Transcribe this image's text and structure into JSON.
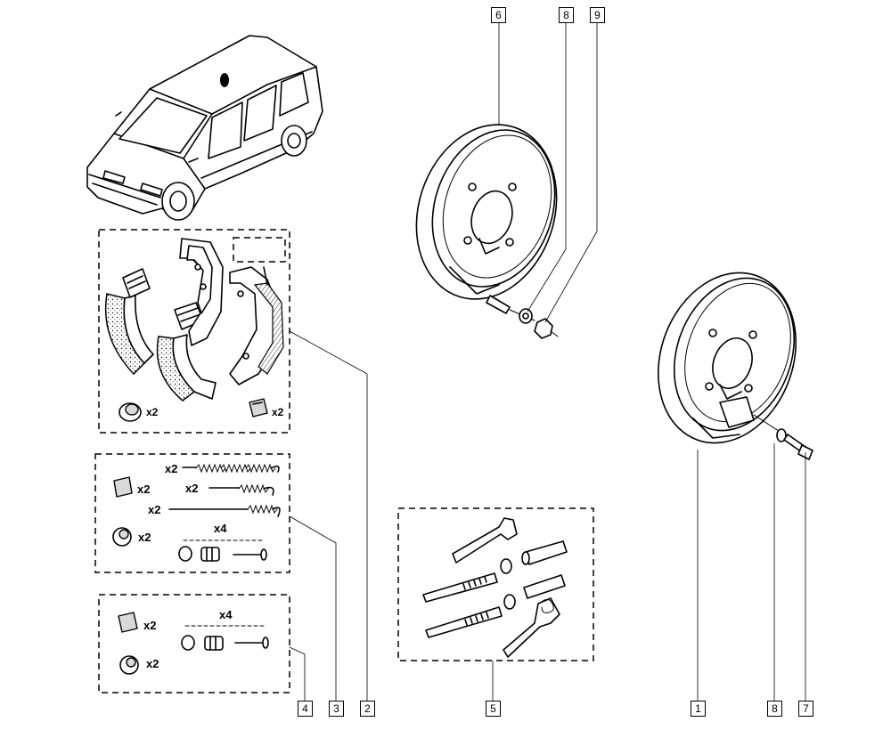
{
  "callouts": {
    "c6_top": "6",
    "c8_top": "8",
    "c9_top": "9",
    "c1_bottom": "1",
    "c8_bottom": "8",
    "c7_bottom": "7",
    "c4": "4",
    "c3": "3",
    "c2": "2",
    "c5": "5"
  },
  "quantities": {
    "shoe_cylinder_x2": "x2",
    "shoe_clip_x2": "x2",
    "kit3_spring_long_x2": "x2",
    "kit3_spring_mid_x2": "x2",
    "kit3_spring_short_x2": "x2",
    "kit3_clip_x2": "x2",
    "kit3_cap_x2": "x2",
    "kit3_pins_x4": "x4",
    "kit4_clip_x2": "x2",
    "kit4_cap_x2": "x2",
    "kit4_pins_x4": "x4"
  }
}
